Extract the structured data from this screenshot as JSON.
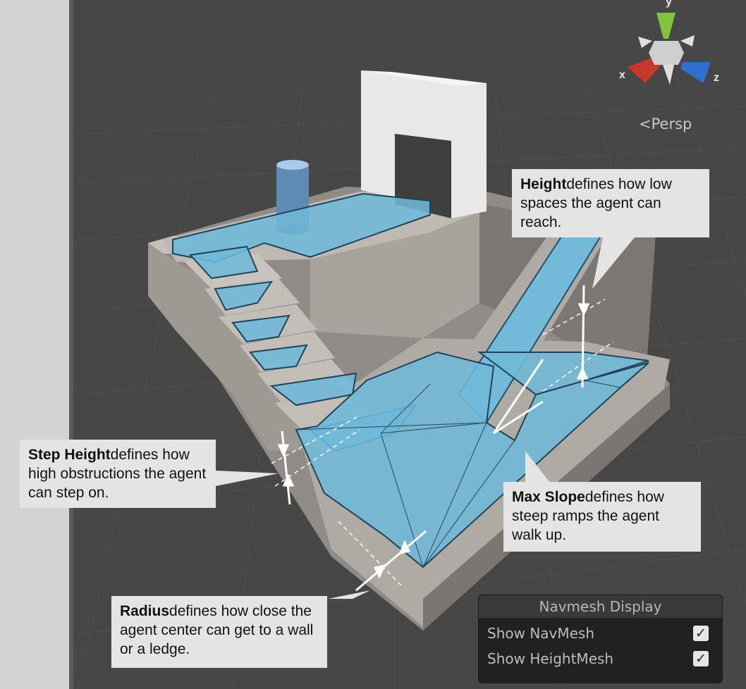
{
  "viewport": {
    "projection_label": "Persp",
    "gizmo": {
      "x_label": "x",
      "y_label": "y",
      "z_label": "z"
    }
  },
  "callouts": {
    "height": {
      "term": "Height",
      "text": "defines how low spaces the agent can reach."
    },
    "step_height": {
      "term": "Step Height",
      "text": "defines how high obstructions the agent can step on."
    },
    "max_slope": {
      "term": "Max Slope",
      "text": "defines how steep ramps the agent walk up."
    },
    "radius": {
      "term": "Radius",
      "text": "defines how close the agent center can get to a wall or a ledge."
    }
  },
  "navmesh_display": {
    "title": "Navmesh Display",
    "options": [
      {
        "label": "Show NavMesh",
        "checked": true
      },
      {
        "label": "Show HeightMesh",
        "checked": true
      }
    ]
  },
  "colors": {
    "navmesh": "#6fb8d8",
    "geometry": "#b9b6b0",
    "background": "#474747",
    "x_axis": "#c8382a",
    "y_axis": "#7fc43a",
    "z_axis": "#2e6fd0"
  }
}
